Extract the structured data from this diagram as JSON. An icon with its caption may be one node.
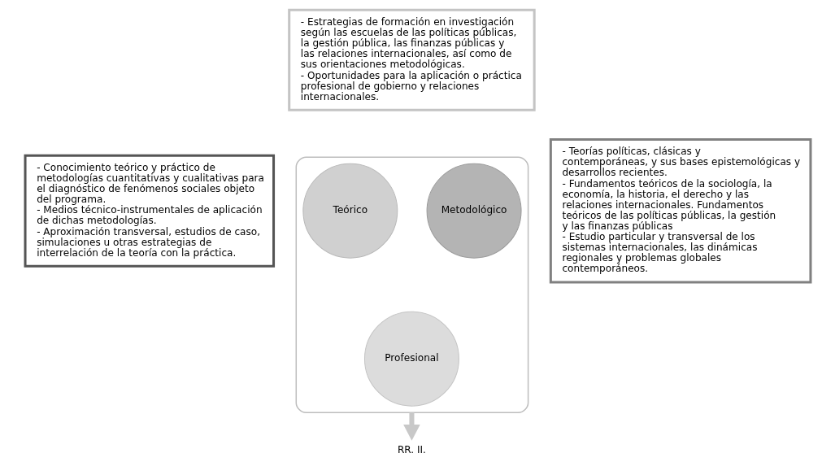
{
  "diagram": {
    "nodes": [
      {
        "text": [
          "- Estrategias de formación en investigación según las escuelas de las políticas públicas, la gestión pública, las finanzas públicas y las relaciones internacionales, así como de sus orientaciones metodológicas.",
          "- Oportunidades para la aplicación o práctica profesional de gobierno y relaciones internacionales."
        ]
      },
      {
        "text": [
          "- Conocimiento teórico y práctico de metodologías cuantitativas y cualitativas para el diagnóstico de fenómenos sociales objeto del programa.",
          "- Medios técnico-instrumentales de aplicación de dichas metodologías.",
          "- Aproximación transversal, estudios de caso, simulaciones u otras estrategias de interrelación de la teoría con la práctica."
        ]
      },
      {
        "text": [],
        "shape": "funnel"
      },
      {
        "text": [
          "Metodológico"
        ],
        "in": 2
      },
      {
        "text": [
          "Teórico"
        ],
        "in": 2
      },
      {
        "text": [
          "Profesional"
        ],
        "in": 2
      },
      {
        "text": [
          "- Teorías políticas, clásicas y contemporáneas, y sus bases epistemológicas y desarrollos recientes.",
          "- Fundamentos teóricos de la sociología, la economía, la historia, el derecho y las relaciones internacionales. Fundamentos teóricos de las políticas públicas, la gestión y las finanzas públicas",
          "- Estudio particular y transversal de los sistemas internacionales, las dinámicas regionales y problemas globales contemporáneos."
        ]
      },
      {
        "text": [
          "RR. II."
        ]
      }
    ],
    "edges": [
      {
        "from": 2,
        "to": 7,
        "arrow": "to"
      }
    ]
  }
}
